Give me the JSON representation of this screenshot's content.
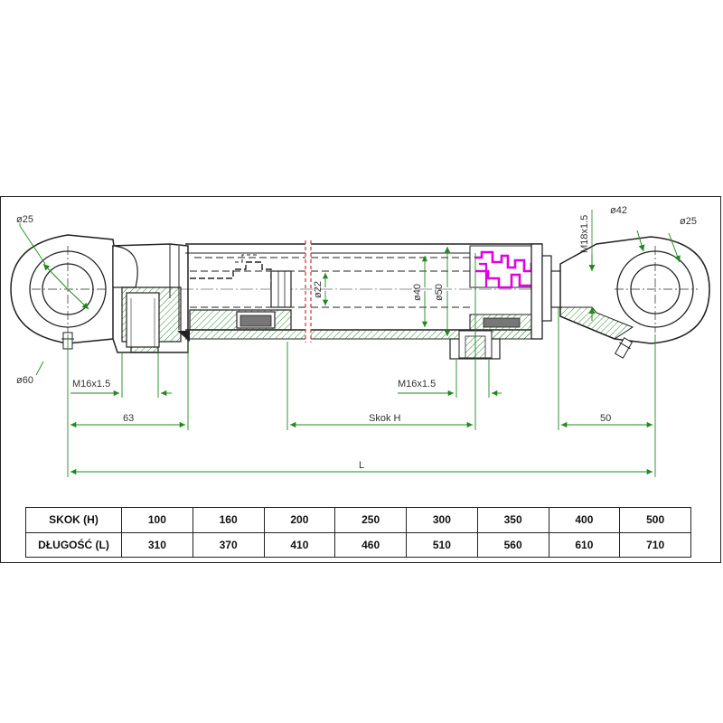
{
  "dimensions": {
    "eye_left_bore": "ø25",
    "eye_left_outer": "ø60",
    "port_left": "M16x1.5",
    "dim_63": "63",
    "rod": "ø22",
    "piston_inner": "ø40",
    "barrel_outer": "ø50",
    "port_right": "M16x1.5",
    "stroke": "Skok H",
    "eye_right_outer": "ø42",
    "eye_right_bore": "ø25",
    "rod_thread": "M18x1.5",
    "dim_50": "50",
    "total_length": "L"
  },
  "table": {
    "row1_label": "SKOK (H)",
    "row2_label": "DŁUGOŚĆ (L)",
    "strokes": [
      "100",
      "160",
      "200",
      "250",
      "300",
      "350",
      "400",
      "500"
    ],
    "lengths": [
      "310",
      "370",
      "410",
      "460",
      "510",
      "560",
      "610",
      "710"
    ]
  },
  "colors": {
    "outline": "#222222",
    "dimension": "#1f8a1f",
    "section_hatch": "#2e8b2e",
    "highlight": "#e000e0",
    "stroke_marker": "#d03030"
  }
}
